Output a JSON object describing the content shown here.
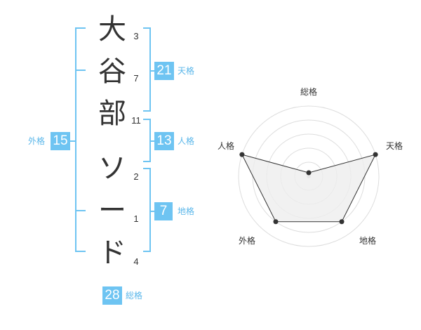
{
  "name_chars": [
    "大",
    "谷",
    "部",
    "ソ",
    "ー",
    "ド"
  ],
  "strokes": [
    "3",
    "7",
    "11",
    "2",
    "1",
    "4"
  ],
  "scores": {
    "tenkaku": {
      "value": "21",
      "label": "天格"
    },
    "jinkaku": {
      "value": "13",
      "label": "人格"
    },
    "chikaku": {
      "value": "7",
      "label": "地格"
    },
    "gaikaku": {
      "value": "15",
      "label": "外格"
    },
    "soukaku": {
      "value": "28",
      "label": "総格"
    }
  },
  "radar": {
    "axes": [
      "総格",
      "天格",
      "地格",
      "外格",
      "人格"
    ],
    "values": [
      0.05,
      1.0,
      0.8,
      0.8,
      1.0
    ],
    "colors": {
      "line": "#333333",
      "fill": "#eeeeee",
      "grid": "#dddddd",
      "point": "#333333"
    }
  },
  "colors": {
    "accent": "#6ec4f2",
    "accent_text": "#5bb7ea"
  }
}
